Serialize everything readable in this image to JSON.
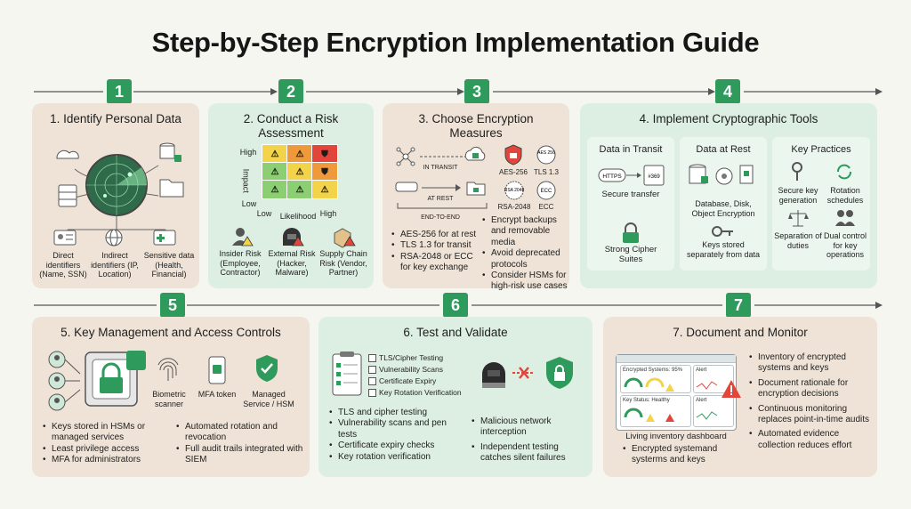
{
  "title": "Step-by-Step Encryption Implementation Guide",
  "steps": [
    {
      "num": "1",
      "title": "1. Identify Personal Data",
      "categories": [
        "Direct identifiers (Name, SSN)",
        "Indirect identifiers (IP, Location)",
        "Sensitive data (Health, Financial)"
      ]
    },
    {
      "num": "2",
      "title": "2. Conduct a Risk Assessment",
      "axis": {
        "high": "High",
        "impact": "Impact",
        "low": "Low",
        "low_x": "Low",
        "likelihood": "Likelihood",
        "high_x": "High"
      },
      "risks": [
        "Insider Risk (Employee, Contractor)",
        "External Risk (Hacker, Malware)",
        "Supply Chain Risk (Vendor, Partner)"
      ]
    },
    {
      "num": "3",
      "title": "3. Choose Encryption Measures",
      "labels": {
        "transit": "IN TRANSIT",
        "rest": "AT REST",
        "e2e": "END-TO-END",
        "aes_badge": "AES 256",
        "aes": "AES-256",
        "tls": "TLS 1.3",
        "rsa_badge": "RSA 2048",
        "rsa": "RSA-2048",
        "ecc": "ECC"
      },
      "bullets_left": [
        "AES-256 for at rest",
        "TLS 1.3 for transit",
        "RSA-2048 or ECC for key exchange"
      ],
      "bullets_right": [
        "Encrypt backups and removable media",
        "Avoid deprecated protocols",
        "Consider HSMs for high-risk use cases"
      ]
    },
    {
      "num": "4",
      "title": "4. Implement Cryptographic Tools",
      "transit": {
        "title": "Data in Transit",
        "https": "HTTPS",
        "cert": "#369",
        "caption": "Secure transfer",
        "cipher": "Strong Cipher Suites"
      },
      "rest": {
        "title": "Data at Rest",
        "caption": "Database, Disk, Object Encryption",
        "keys": "Keys stored separately from data"
      },
      "practices": {
        "title": "Key Practices",
        "items": [
          "Secure key generation",
          "Rotation schedules",
          "Separation of duties",
          "Dual control for key operations"
        ]
      }
    },
    {
      "num": "5",
      "title": "5. Key Management and Access Controls",
      "icons": [
        "Biometric scanner",
        "MFA token",
        "Managed Service / HSM"
      ],
      "bullets_left": [
        "Keys stored in HSMs or managed services",
        "Least privilege access",
        "MFA for administrators"
      ],
      "bullets_right": [
        "Automated rotation and revocation",
        "Full audit trails integrated with SIEM"
      ]
    },
    {
      "num": "6",
      "title": "6. Test and Validate",
      "checklist": [
        "TLS/Cipher Testing",
        "Vulnerability Scans",
        "Certificate Expiry",
        "Key Rotation Verification"
      ],
      "bullets_left": [
        "TLS and cipher testing",
        "Vulnerability scans and pen tests",
        "Certificate expiry checks",
        "Key rotation verification"
      ],
      "bullets_right": [
        "Malicious network interception",
        "Independent testing catches silent failures"
      ]
    },
    {
      "num": "7",
      "title": "7. Document and Monitor",
      "dashboard": {
        "enc": "Encrypted Systems: 95%",
        "alert1": "Alert",
        "status": "Key Status: Healthy",
        "alert2": "Alert",
        "caption": "Living inventory dashboard"
      },
      "bullet_left": "Encrypted systemand systerms and keys",
      "bullets_right": [
        "Inventory of encrypted systems and keys",
        "Document rationale for encryption decisions",
        "Continuous monitoring replaces point-in-time audits",
        "Automated evidence collection reduces effort"
      ]
    }
  ],
  "colors": {
    "accent": "#2e9a5b",
    "beige": "#eee3d6",
    "green": "#dcefe2",
    "heat_green": "#8ccf72",
    "heat_yellow": "#f3d349",
    "heat_orange": "#ef9a3a",
    "heat_red": "#e2463b"
  }
}
